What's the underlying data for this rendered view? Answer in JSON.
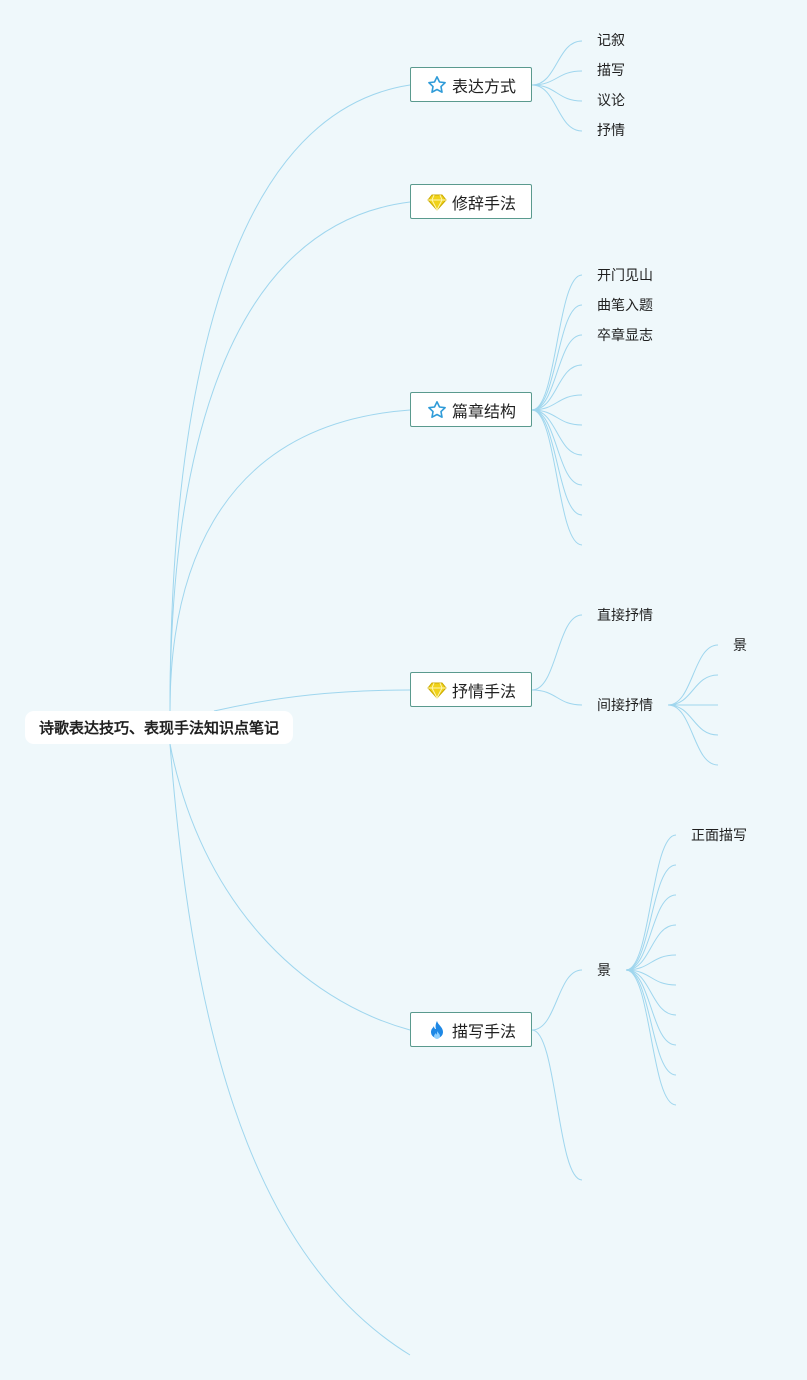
{
  "root": "诗歌表达技巧、表现手法知识点笔记",
  "colors": {
    "background": "#eff8fb",
    "line": "#9fd6ee",
    "node_border": "#5a9a8e",
    "star": "#2f9bd8",
    "diamond": "#f0d21a",
    "flame": "#1e88e5"
  },
  "branches": [
    {
      "id": "b1",
      "label": "表达方式",
      "icon": "star-icon",
      "children": [
        "记叙",
        "描写",
        "议论",
        "抒情"
      ]
    },
    {
      "id": "b2",
      "label": "修辞手法",
      "icon": "diamond-icon",
      "children": []
    },
    {
      "id": "b3",
      "label": "篇章结构",
      "icon": "star-icon",
      "children": [
        "开门见山",
        "曲笔入题",
        "卒章显志",
        "",
        "",
        "",
        "",
        "",
        "",
        ""
      ]
    },
    {
      "id": "b4",
      "label": "抒情手法",
      "icon": "diamond-icon",
      "children": [
        "直接抒情",
        "间接抒情"
      ],
      "sub": {
        "label": "间接抒情",
        "children": [
          "景",
          "",
          "",
          "",
          ""
        ]
      }
    },
    {
      "id": "b5",
      "label": "描写手法",
      "icon": "flame-icon",
      "children": [
        "景",
        ""
      ],
      "sub": {
        "label": "景",
        "children": [
          "正面描写",
          "",
          "",
          "",
          "",
          "",
          "",
          "",
          "",
          ""
        ]
      }
    },
    {
      "id": "b6",
      "label": "",
      "icon": "",
      "children": []
    }
  ]
}
